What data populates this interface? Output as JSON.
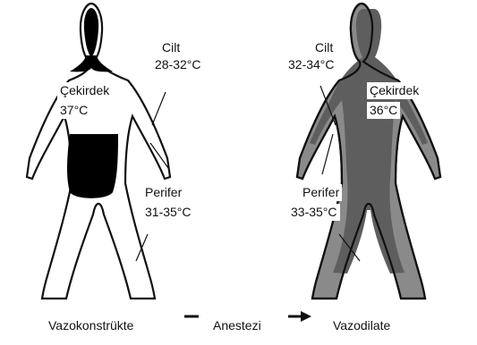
{
  "left_figure": {
    "cilt_label": "Cilt",
    "cilt_temp": "28-32°C",
    "core_label": "Çekirdek",
    "core_temp": "37°C",
    "periph_label": "Perifer",
    "periph_temp": "31-35°C"
  },
  "right_figure": {
    "cilt_label": "Cilt",
    "cilt_temp": "32-34°C",
    "core_label": "Çekirdek",
    "core_temp": "36°C",
    "periph_label": "Perifer",
    "periph_temp": "33-35°C"
  },
  "bottom": {
    "left_caption": "Vazokonstrükte",
    "middle_caption": "Anestezi",
    "right_caption": "Vazodilate"
  },
  "colors": {
    "outline": "#111111",
    "core_dark": "#000000",
    "body_gray": "#8a8a8a",
    "core_mid_gray": "#5e5e5e",
    "background": "#ffffff"
  }
}
